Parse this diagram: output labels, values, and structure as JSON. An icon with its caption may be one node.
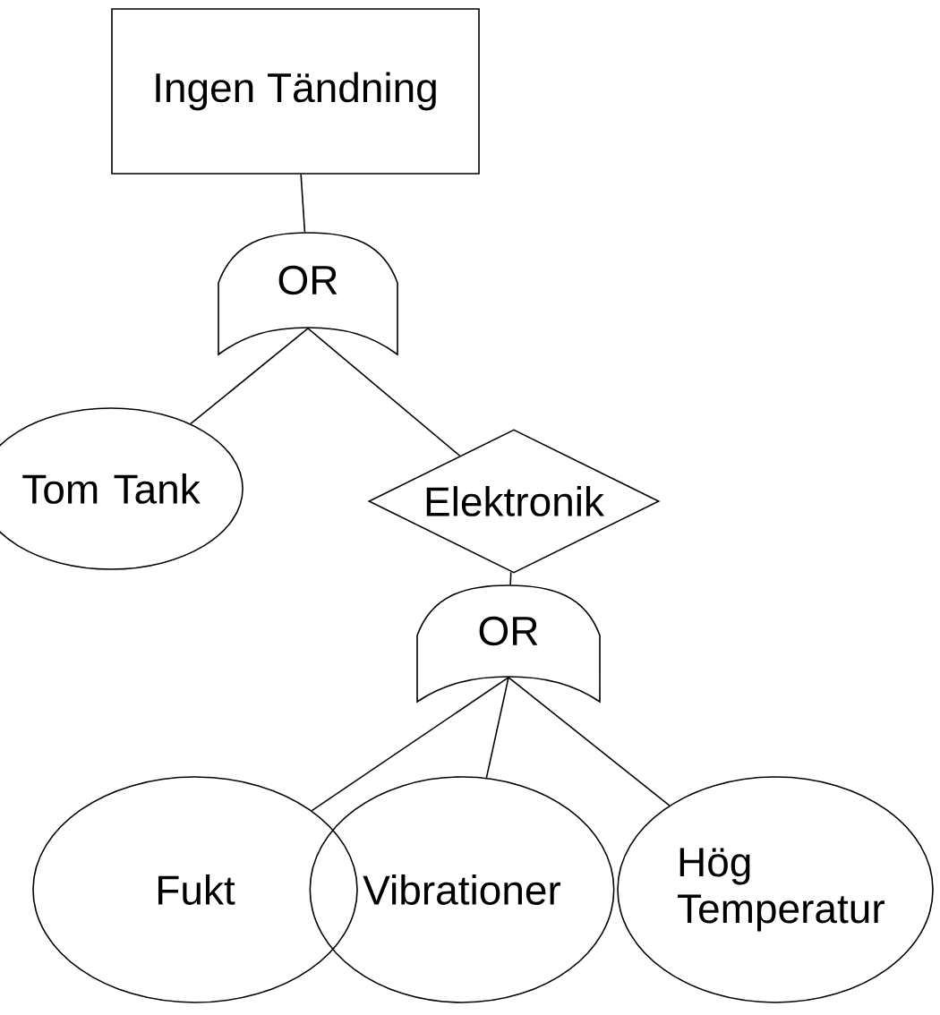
{
  "diagram": {
    "nodes": [
      {
        "text": [
          "Ingen Tändning"
        ]
      },
      {
        "text": [
          "OR"
        ]
      },
      {
        "text": [
          "Tom Tank"
        ]
      },
      {
        "text": [
          "Elektronik"
        ]
      },
      {
        "text": [
          "OR"
        ]
      },
      {
        "text": [
          "Fukt"
        ]
      },
      {
        "text": [
          "Vibrationer"
        ]
      },
      {
        "text": [
          "Hög Temperatur"
        ]
      }
    ],
    "edges": [
      {
        "from": 0,
        "to": 1,
        "arrow": "none"
      },
      {
        "from": 1,
        "to": 2,
        "arrow": "none"
      },
      {
        "from": 1,
        "to": 3,
        "arrow": "none"
      },
      {
        "from": 3,
        "to": 4,
        "arrow": "none"
      },
      {
        "from": 4,
        "to": 5,
        "arrow": "none"
      },
      {
        "from": 4,
        "to": 6,
        "arrow": "none"
      },
      {
        "from": 4,
        "to": 7,
        "arrow": "none"
      }
    ]
  }
}
